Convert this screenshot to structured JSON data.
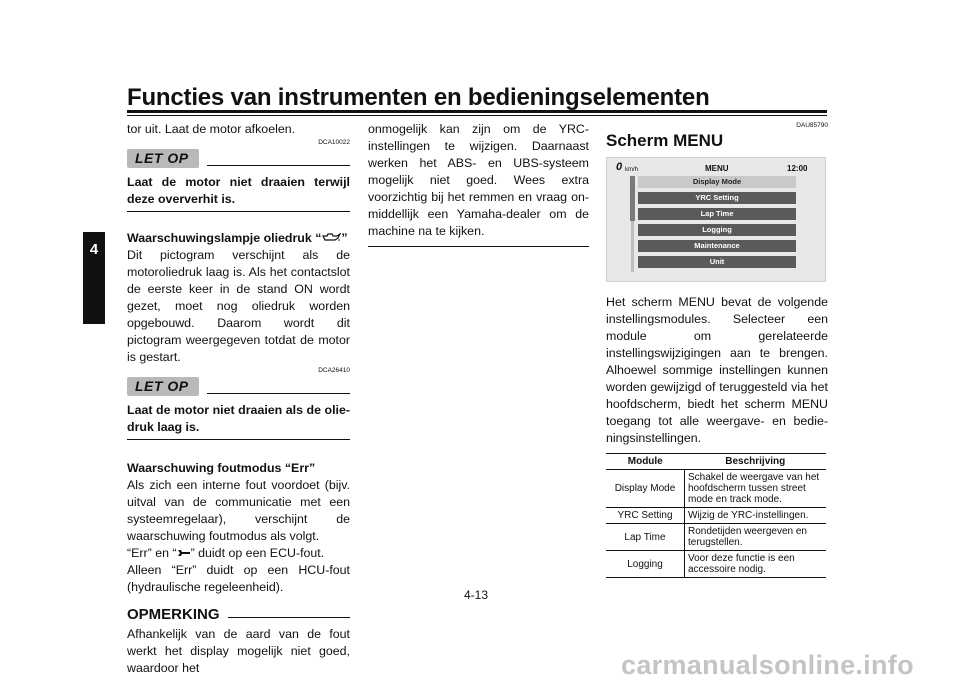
{
  "header": {
    "title": "Functies van instrumenten en bedieningselementen"
  },
  "chapter": "4",
  "col1": {
    "intro": "tor uit. Laat de motor afkoelen.",
    "code1": "DCA10022",
    "letop1": "LET OP",
    "warn1": "Laat de motor niet draaien terwijl deze oververhit is.",
    "oil_head": "Waarschuwingslampje oliedruk “",
    "oil_head_end": "”",
    "oil_icon": "oil-can-icon",
    "oil_text": "Dit pictogram verschijnt als de motorolie­druk laag is. Als het contactslot de eerste keer in de stand ON wordt gezet, moet nog oliedruk worden opgebouwd. Daarom wordt dit pictogram weergegeven totdat de motor is gestart.",
    "code2": "DCA26410",
    "letop2": "LET OP",
    "warn2": "Laat de motor niet draaien als de olie­druk laag is.",
    "err_head": "Waarschuwing foutmodus “Err”",
    "err_text": "Als zich een interne fout voordoet (bijv. uit­val van de communicatie met een systeem­regelaar), verschijnt de waarschuwing foutmodus als volgt.",
    "err_line1_a": "“Err” en “",
    "err_line1_b": "” duidt op een ECU-fout.",
    "err_icon": "wrench-icon",
    "err_line2": "Alleen “Err” duidt op een HCU-fout (hydrau­lische regeleenheid).",
    "opm": "OPMERKING",
    "opm_text": "Afhankelijk van de aard van de fout werkt het display mogelijk niet goed, waardoor het"
  },
  "col2": {
    "text": "onmogelijk kan zijn om de YRC-instellingen te wijzigen. Daarnaast werken het ABS- en UBS-systeem mogelijk niet goed. Wees ex­tra voorzichtig bij het remmen en vraag on­middellijk een Yamaha-dealer om de machine na te kijken."
  },
  "col3": {
    "code": "DAU85790",
    "title": "Scherm MENU",
    "screen": {
      "speed": "0",
      "unit": "km/h",
      "title": "MENU",
      "clock": "12:00",
      "items": [
        "Display Mode",
        "YRC Setting",
        "Lap Time",
        "Logging",
        "Maintenance",
        "Unit"
      ]
    },
    "para": "Het scherm MENU bevat de volgende in­stellingsmodules. Selecteer een module om gerelateerde instellingswijzigingen aan te brengen. Alhoewel sommige instellingen kunnen worden gewijzigd of teruggesteld via het hoofdscherm, biedt het scherm MENU toegang tot alle weergave- en bedie­ningsinstellingen.",
    "table": {
      "headers": [
        "Module",
        "Beschrijving"
      ],
      "rows": [
        [
          "Display Mode",
          "Schakel de weergave van het hoofdscherm tussen street mode en track mode."
        ],
        [
          "YRC Setting",
          "Wijzig de YRC-instellingen."
        ],
        [
          "Lap Time",
          "Rondetijden weergeven en terugstellen."
        ],
        [
          "Logging",
          "Voor deze functie is een accessoire nodig."
        ]
      ]
    }
  },
  "page_number": "4-13",
  "watermark": "carmanualsonline.info"
}
